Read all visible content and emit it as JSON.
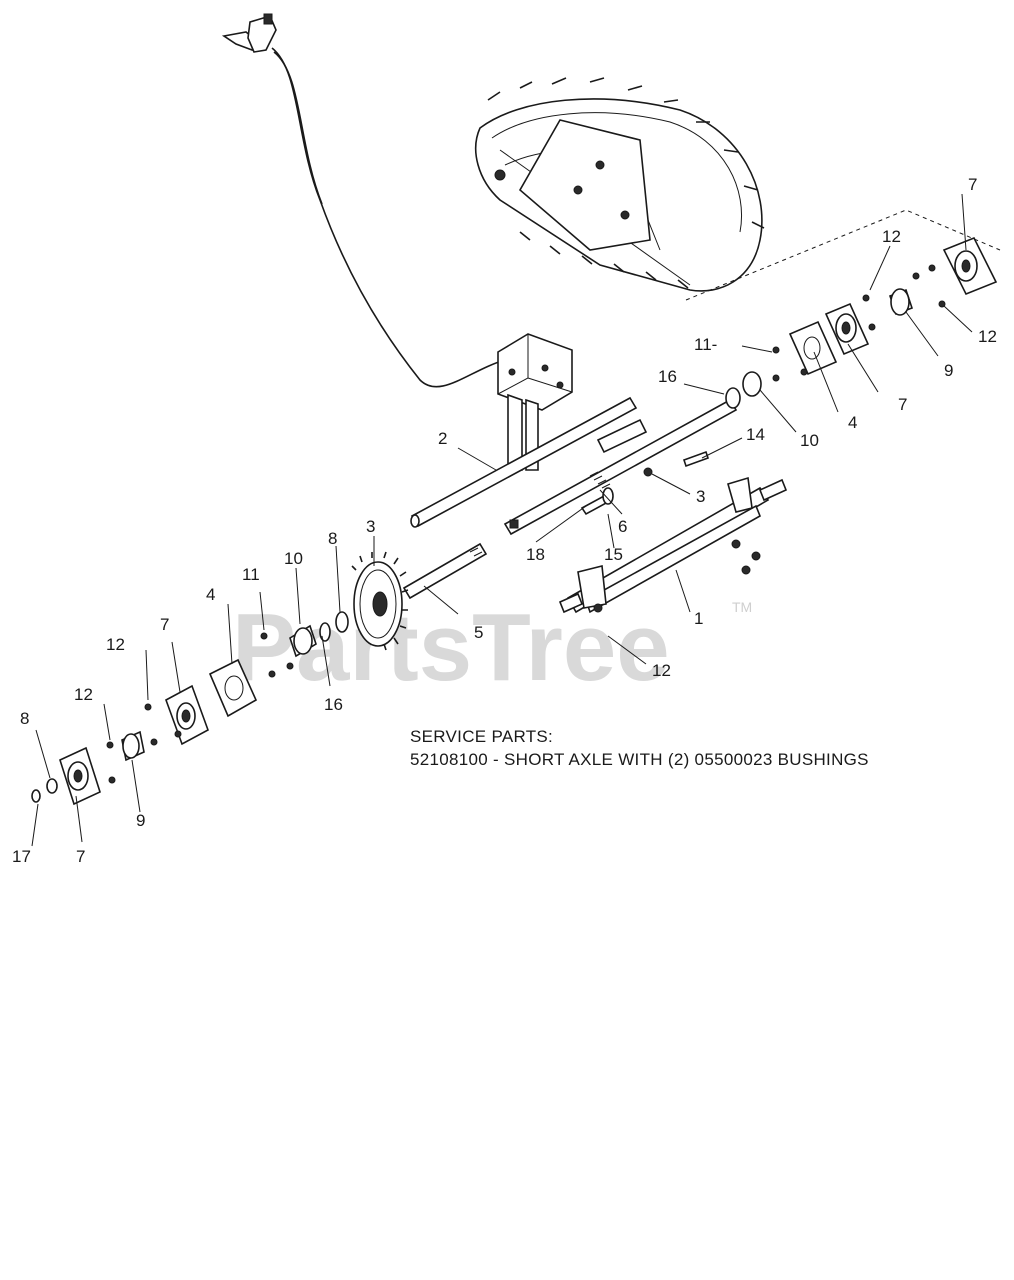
{
  "watermark": {
    "text": "PartsTree",
    "trademark": "TM"
  },
  "callouts": {
    "c1": "1",
    "c2": "2",
    "c3a": "3",
    "c3b": "3",
    "c4a": "4",
    "c4b": "4",
    "c5": "5",
    "c6": "6",
    "c7a": "7",
    "c7b": "7",
    "c7c": "7",
    "c7d": "7",
    "c8a": "8",
    "c8b": "8",
    "c9a": "9",
    "c9b": "9",
    "c10a": "10",
    "c10b": "10",
    "c11a": "11",
    "c11b": "11-",
    "c12a": "12",
    "c12b": "12",
    "c12c": "12",
    "c12d": "12",
    "c12e": "12",
    "c14": "14",
    "c15": "15",
    "c16a": "16",
    "c16b": "16",
    "c17": "17",
    "c18": "18"
  },
  "service_note": {
    "heading": "SERVICE PARTS:",
    "line": "52108100 - SHORT AXLE WITH (2) 05500023 BUSHINGS"
  }
}
